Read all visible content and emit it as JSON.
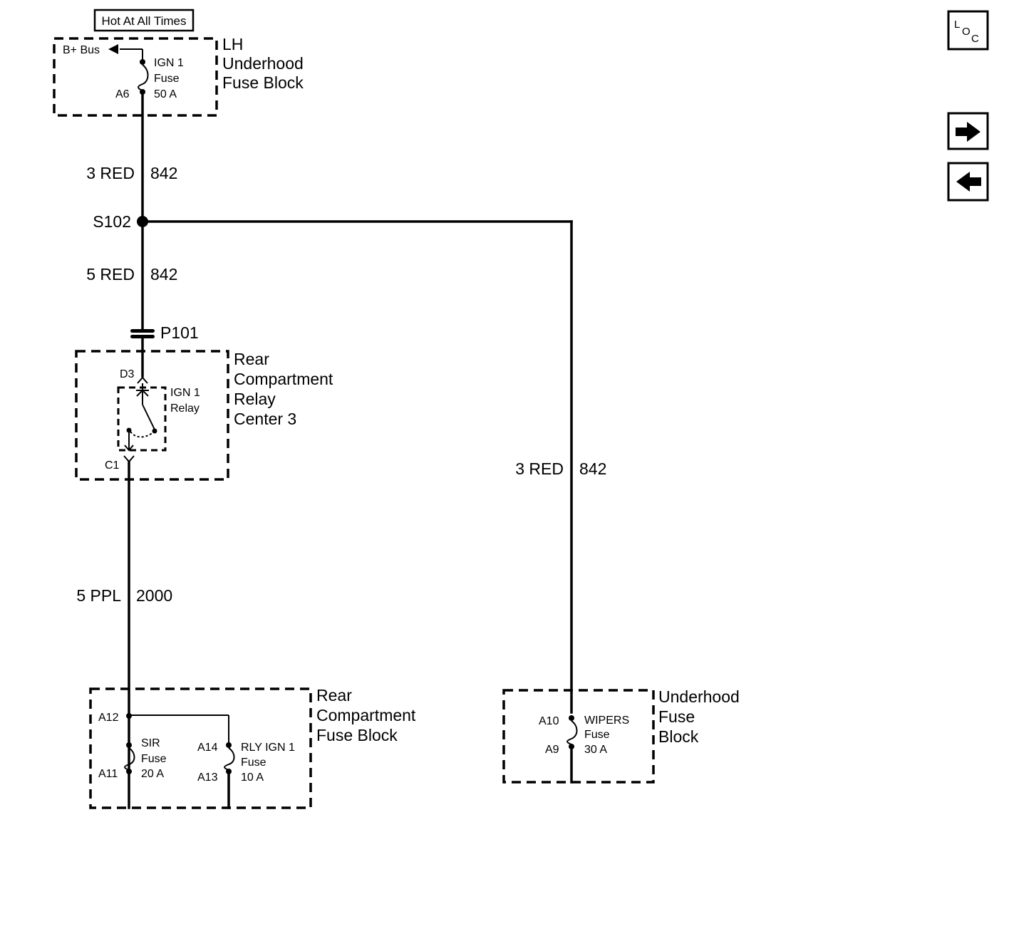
{
  "header": {
    "power_note": "Hot At All Times"
  },
  "nav": {
    "loc_letters": [
      "L",
      "O",
      "C"
    ]
  },
  "lh_fuse_block": {
    "title_lines": [
      "LH",
      "Underhood",
      "Fuse Block"
    ],
    "bus_label": "B+ Bus",
    "fuse_lines": [
      "IGN 1",
      "Fuse",
      "50 A"
    ],
    "terminal": "A6"
  },
  "wires": {
    "w1": {
      "gauge": "3 RED",
      "circuit": "842"
    },
    "w2": {
      "gauge": "5 RED",
      "circuit": "842"
    },
    "w3": {
      "gauge": "5 PPL",
      "circuit": "2000"
    },
    "w4": {
      "gauge": "3 RED",
      "circuit": "842"
    }
  },
  "splice": "S102",
  "connector": "P101",
  "relay_center": {
    "title_lines": [
      "Rear",
      "Compartment",
      "Relay",
      "Center 3"
    ],
    "relay_lines": [
      "IGN 1",
      "Relay"
    ],
    "terminal_in": "D3",
    "terminal_out": "C1"
  },
  "rear_fuse_block": {
    "title_lines": [
      "Rear",
      "Compartment",
      "Fuse Block"
    ],
    "terminal_feed": "A12",
    "sir_fuse": {
      "lines": [
        "SIR",
        "Fuse",
        "20 A"
      ],
      "terminal": "A11"
    },
    "rly_fuse": {
      "lines": [
        "RLY IGN 1",
        "Fuse",
        "10 A"
      ],
      "terminal_in": "A14",
      "terminal_out": "A13"
    }
  },
  "underhood_fuse_block": {
    "title_lines": [
      "Underhood",
      "Fuse",
      "Block"
    ],
    "terminal_in": "A10",
    "terminal_out": "A9",
    "fuse_lines": [
      "WIPERS",
      "Fuse",
      "30 A"
    ]
  }
}
